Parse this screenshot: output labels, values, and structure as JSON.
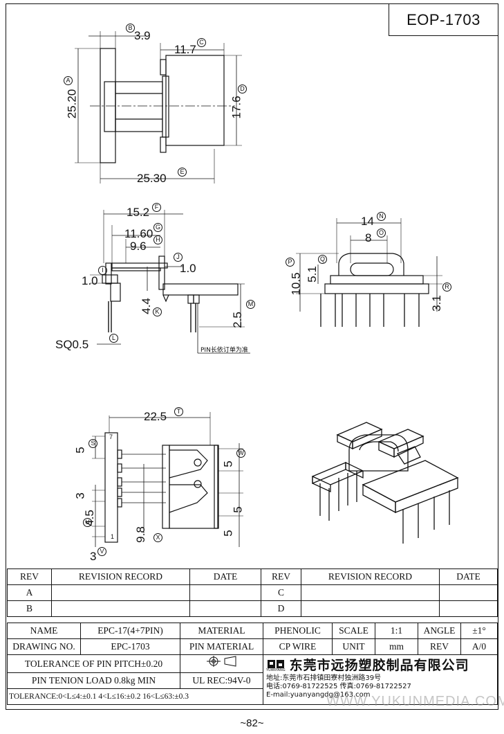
{
  "drawing_code": "EOP-1703",
  "page_number": "~82~",
  "watermark": "WWW.YUKUNMEDIA.COM",
  "view1": {
    "dim_a": "25.20",
    "tag_a": "A",
    "dim_b": "3.9",
    "tag_b": "B",
    "dim_c": "11.7",
    "tag_c": "C",
    "dim_d": "17.6",
    "tag_d": "D",
    "dim_e": "25.30",
    "tag_e": "E"
  },
  "view2": {
    "dim_f": "15.2",
    "tag_f": "F",
    "dim_g": "11.60",
    "tag_g": "G",
    "dim_h": "9.6",
    "tag_h": "H",
    "dim_j": "1.0",
    "tag_j": "J",
    "dim_i": "1.0",
    "tag_i": "I",
    "dim_k": "4.4",
    "tag_k": "K",
    "dim_m": "2.5",
    "tag_m": "M",
    "dim_l": "SQ0.5",
    "tag_l": "L",
    "pin_note": "PIN长依订单为准"
  },
  "view3": {
    "dim_n": "14",
    "tag_n": "N",
    "dim_o": "8",
    "tag_o": "O",
    "dim_p": "10.5",
    "tag_p": "P",
    "dim_q": "5.1",
    "tag_q": "Q",
    "dim_r": "3.1",
    "tag_r": "R"
  },
  "view4": {
    "dim_t": "22.5",
    "tag_t": "T",
    "dim_s": "5",
    "tag_s": "S",
    "dim_3a": "3",
    "dim_u": "4.5",
    "tag_u": "U",
    "dim_v": "3",
    "tag_v": "V",
    "dim_x": "9.8",
    "tag_x": "X",
    "dim_w": "5",
    "tag_w": "W",
    "dim_5b": "5",
    "dim_5c": "5",
    "pin_first": "7",
    "pin_last": "1"
  },
  "revision_table": {
    "headers": [
      "REV",
      "REVISION RECORD",
      "DATE",
      "REV",
      "REVISION RECORD",
      "DATE"
    ],
    "rows": [
      [
        "A",
        "",
        "",
        "C",
        "",
        ""
      ],
      [
        "B",
        "",
        "",
        "D",
        "",
        ""
      ]
    ]
  },
  "title_block": {
    "name_label": "NAME",
    "name_value": "EPC-17(4+7PIN)",
    "material_label": "MATERIAL",
    "material_value": "PHENOLIC",
    "scale_label": "SCALE",
    "scale_value": "1:1",
    "angle_label": "ANGLE",
    "angle_value": "±1°",
    "drawing_no_label": "DRAWING NO.",
    "drawing_no_value": "EPC-1703",
    "pin_material_label": "PIN MATERIAL",
    "pin_material_value": "CP WIRE",
    "unit_label": "UNIT",
    "unit_value": "mm",
    "rev_label": "REV",
    "rev_value": "A/0",
    "tolerance_pitch": "TOLERANCE OF PIN PITCH±0.20",
    "pin_tension": "PIN TENION LOAD 0.8kg MIN",
    "ul_rec": "UL REC:94V-0",
    "tolerance_general": "TOLERANCE:0<L≤4:±0.1  4<L≤16:±0.2  16<L≤63:±0.3",
    "company": "东莞市远扬塑胶制品有限公司",
    "logo_text": "YUANYANG",
    "address": "地址:东莞市石排镇田寮村独洲路39号",
    "phone": "电话:0769-81722525     传真:0769-81722527",
    "email": "E-mail:yuanyangdg@163.com"
  }
}
